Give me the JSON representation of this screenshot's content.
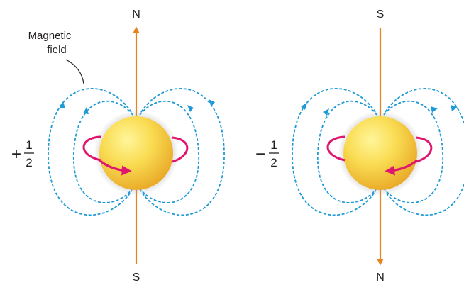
{
  "field_label_line1": "Magnetic",
  "field_label_line2": "field",
  "left_atom": {
    "spin_sign": "+",
    "spin_numerator": "1",
    "spin_denominator": "2",
    "top_pole": "N",
    "bottom_pole": "S"
  },
  "right_atom": {
    "spin_sign": "−",
    "spin_numerator": "1",
    "spin_denominator": "2",
    "top_pole": "S",
    "bottom_pole": "N"
  },
  "colors": {
    "axis": "#e8821e",
    "field_lines": "#1e9ad6",
    "spin_arrow": "#e0156e",
    "sphere_light": "#fff59a",
    "sphere_mid": "#f7d24a",
    "sphere_dark": "#e8a423",
    "text": "#231f20"
  }
}
